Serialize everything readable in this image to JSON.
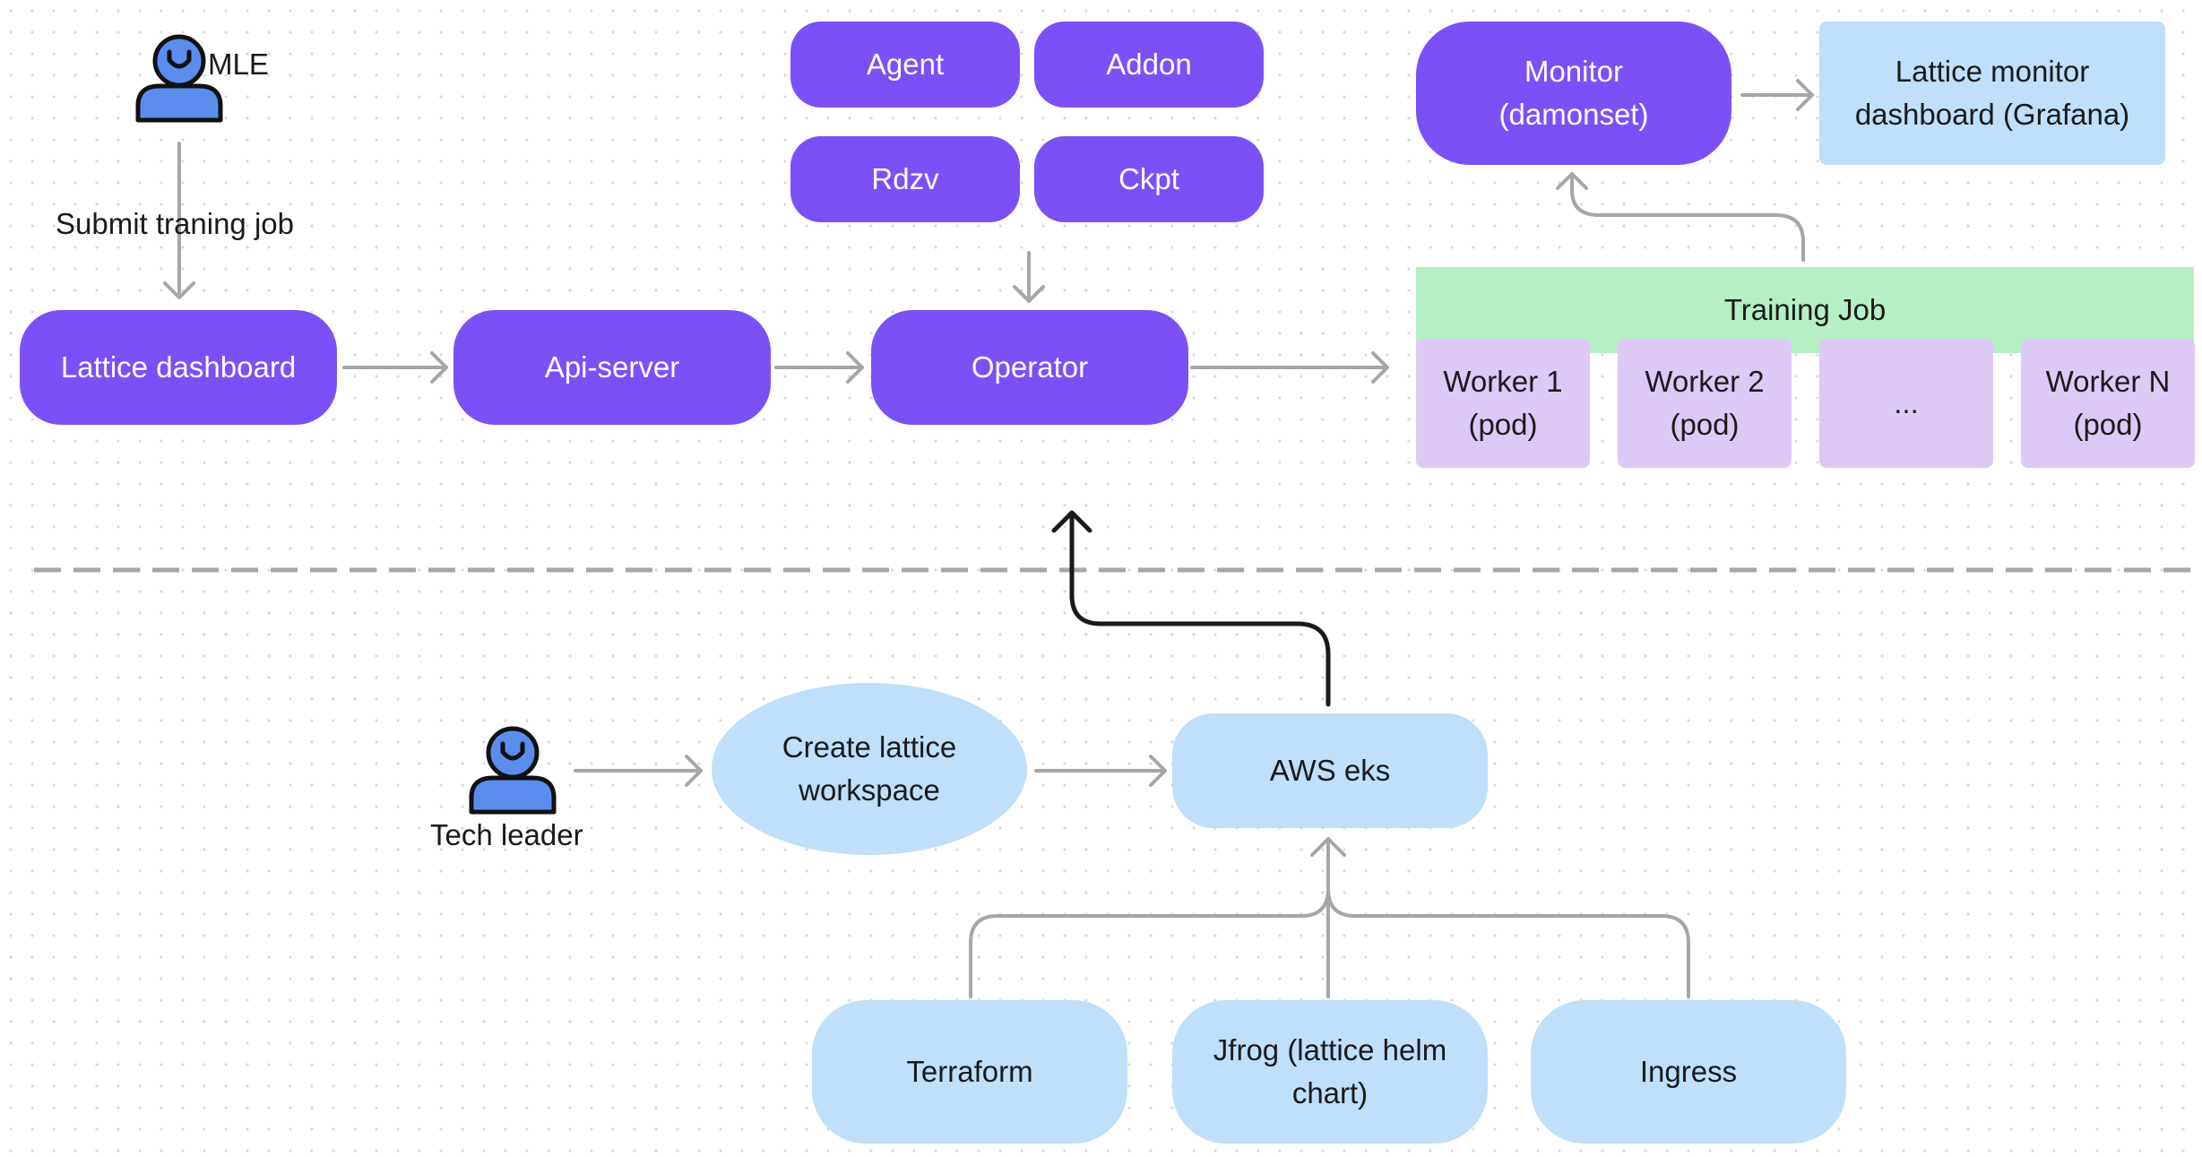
{
  "actors": {
    "mle": "MLE",
    "tech_leader": "Tech leader"
  },
  "edge_labels": {
    "submit": "Submit traning job"
  },
  "nodes": {
    "lattice_dashboard": "Lattice dashboard",
    "api_server": "Api-server",
    "operator": "Operator",
    "agent": "Agent",
    "addon": "Addon",
    "rdzv": "Rdzv",
    "ckpt": "Ckpt",
    "monitor": "Monitor\n(damonset)",
    "grafana": "Lattice monitor\ndashboard (Grafana)",
    "training_job": "Training Job",
    "worker_1": "Worker 1\n(pod)",
    "worker_2": "Worker 2\n(pod)",
    "worker_ellipsis": "...",
    "worker_n": "Worker N\n(pod)",
    "create_workspace": "Create lattice\nworkspace",
    "aws_eks": "AWS eks",
    "terraform": "Terraform",
    "jfrog": "Jfrog (lattice helm\nchart)",
    "ingress": "Ingress"
  },
  "colors": {
    "primary": "#7c50f7",
    "light_blue": "#bfdffb",
    "lilac": "#ddc9f6",
    "green": "#b6efc5",
    "person": "#5b8def",
    "connector": "#a6a6a6",
    "emphasis_connector": "#1a1a1a"
  },
  "icons": [
    "person-icon"
  ]
}
